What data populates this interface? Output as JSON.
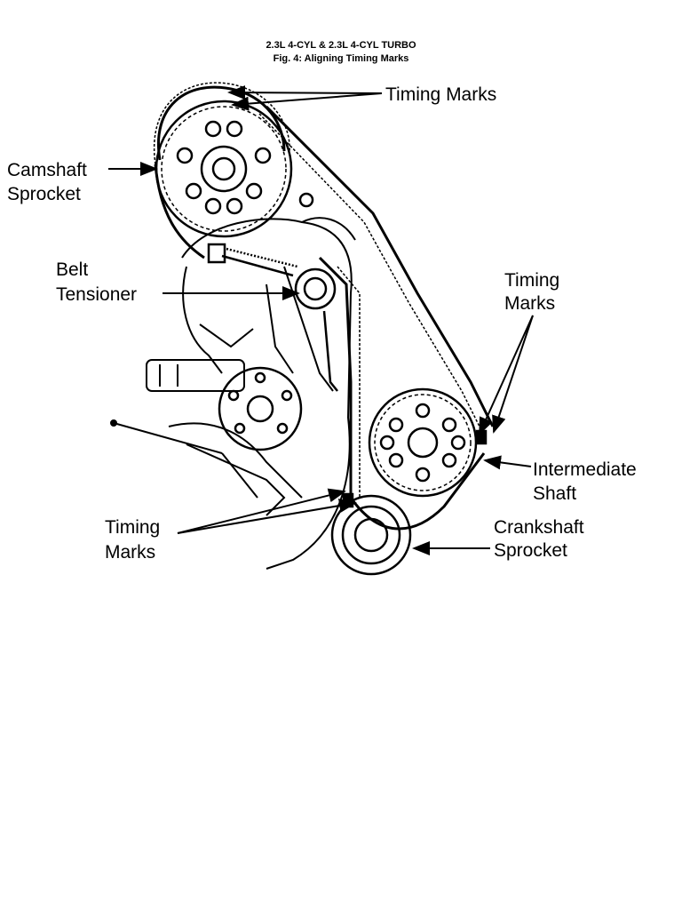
{
  "header": {
    "title": "2.3L 4-CYL & 2.3L 4-CYL TURBO",
    "caption": "Fig. 4:  Aligning Timing Marks"
  },
  "labels": {
    "timing_marks_top": "Timing Marks",
    "camshaft_line1": "Camshaft",
    "camshaft_line2": "Sprocket",
    "belt_line1": "Belt",
    "belt_line2": "Tensioner",
    "timing_right_line1": "Timing",
    "timing_right_line2": "Marks",
    "intermediate_line1": "Intermediate",
    "intermediate_line2": "Shaft",
    "timing_bottom_line1": "Timing",
    "timing_bottom_line2": "Marks",
    "crank_line1": "Crankshaft",
    "crank_line2": "Sprocket"
  }
}
